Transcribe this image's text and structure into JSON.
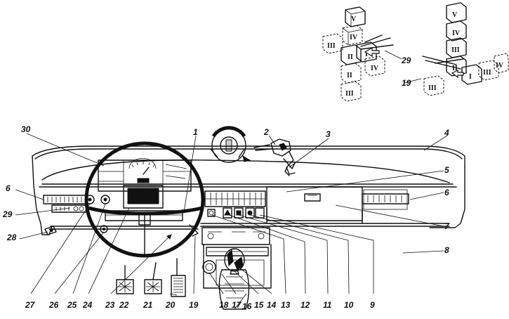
{
  "labels": [
    "1",
    "2",
    "3",
    "4",
    "5",
    "6",
    "7",
    "8",
    "9",
    "10",
    "11",
    "12",
    "13",
    "14",
    "15",
    "16",
    "17",
    "18",
    "19",
    "20",
    "21",
    "22",
    "23",
    "24",
    "25",
    "26",
    "27",
    "28",
    "29",
    "30"
  ],
  "left_gear_pattern": {
    "gears": [
      "V",
      "IV",
      "III",
      "II",
      "I",
      "II",
      "III",
      "IV"
    ],
    "callout": "29"
  },
  "right_gear_pattern": {
    "gears": [
      "V",
      "IV",
      "III",
      "II",
      "I",
      "III",
      "IV",
      "III"
    ],
    "callout": "19"
  }
}
